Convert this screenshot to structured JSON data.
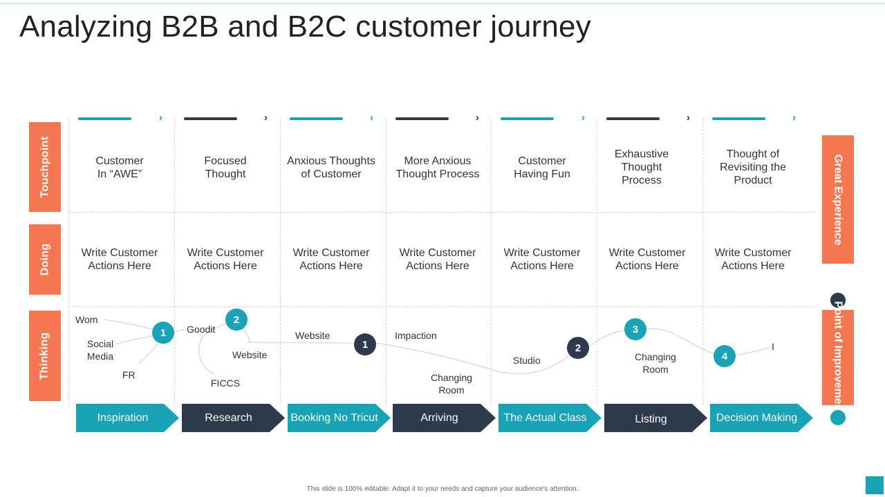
{
  "title": "Analyzing B2B and B2C customer journey",
  "colors": {
    "teal": "#19a3b6",
    "navy": "#2d3a4b",
    "orange": "#f57752"
  },
  "rows": {
    "touchpoint": "Touchpoint",
    "doing": "Doing",
    "thinking": "Thinking"
  },
  "side_labels": {
    "great_experience": "Great Experience",
    "point_of_improvement": "Point of\nImprovement"
  },
  "touchpoints": [
    "Customer\nIn “AWE”",
    "Focused\nThought",
    "Anxious Thoughts\nof Customer",
    "More Anxious\nThought  Process",
    "Customer\nHaving Fun",
    "Exhaustive\nThought\nProcess",
    "Thought  of\nRevisiting the\nProduct"
  ],
  "doing": [
    "Write Customer\nActions Here",
    "Write Customer\nActions Here",
    "Write Customer\nActions Here",
    "Write Customer\nActions Here",
    "Write Customer\nActions Here",
    "Write Customer\nActions Here",
    "Write Customer\nActions Here"
  ],
  "stages": [
    {
      "label": "Inspiration",
      "color": "teal"
    },
    {
      "label": "Research",
      "color": "navy"
    },
    {
      "label": "Booking No Tricut",
      "color": "teal"
    },
    {
      "label": "Arriving",
      "color": "navy"
    },
    {
      "label": "The Actual Class",
      "color": "teal"
    },
    {
      "label": "Listing",
      "color": "navy"
    },
    {
      "label": "Decision Making",
      "color": "teal"
    }
  ],
  "thinking_labels": {
    "wom": "Wom",
    "social_media": "Social\nMedia",
    "fr": "FR",
    "goodit": "Goodit",
    "website_1": "Website",
    "ficcs": "FICCS",
    "website_2": "Website",
    "impaction": "Impaction",
    "changing_room_1": "Changing\nRoom",
    "studio": "Studio",
    "changing_room_2": "Changing\nRoom",
    "end_mark": "I"
  },
  "markers": {
    "teal_1": "1",
    "teal_2": "2",
    "navy_1": "1",
    "navy_2": "2",
    "teal_3": "3",
    "teal_4": "4"
  },
  "footer": "This slide is 100% editable.  Adapt it to your needs and capture your audience's attention."
}
